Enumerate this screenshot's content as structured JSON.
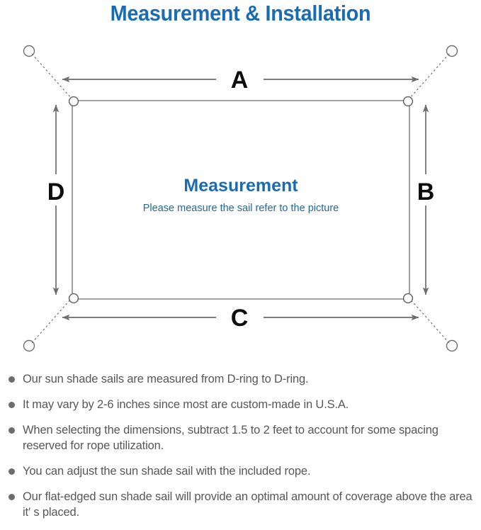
{
  "page": {
    "title": "Measurement & Installation",
    "background_color": "#ffffff",
    "accent_blue": "#1a6cb2",
    "subtitle_blue": "#25679b",
    "line_gray": "#6d6d6d",
    "text_gray": "#575757"
  },
  "diagram": {
    "name": "sun-shade-sail-measurement-diagram",
    "center": {
      "heading": "Measurement",
      "subheading": "Please measure the sail refer to the picture"
    },
    "dimension_labels": {
      "top": "A",
      "right": "B",
      "bottom": "C",
      "left": "D"
    },
    "anchor_points": [
      {
        "name": "anchor-top-left",
        "position": "top-left"
      },
      {
        "name": "anchor-top-right",
        "position": "top-right"
      },
      {
        "name": "anchor-bottom-left",
        "position": "bottom-left"
      },
      {
        "name": "anchor-bottom-right",
        "position": "bottom-right"
      }
    ],
    "d_rings": [
      {
        "name": "d-ring-top-left",
        "position": "top-left"
      },
      {
        "name": "d-ring-top-right",
        "position": "top-right"
      },
      {
        "name": "d-ring-bottom-left",
        "position": "bottom-left"
      },
      {
        "name": "d-ring-bottom-right",
        "position": "bottom-right"
      }
    ]
  },
  "notes": [
    {
      "text": "Our sun shade sails are measured from D-ring to D-ring."
    },
    {
      "text": "It may vary by 2-6 inches since most are custom-made in U.S.A."
    },
    {
      "text": "When selecting the dimensions, subtract 1.5 to 2 feet to account for some spacing reserved for rope utilization."
    },
    {
      "text": "You can adjust the sun shade sail with the included rope."
    },
    {
      "text": "Our flat-edged sun shade sail will provide an optimal amount of coverage above the area it′ s placed."
    }
  ]
}
